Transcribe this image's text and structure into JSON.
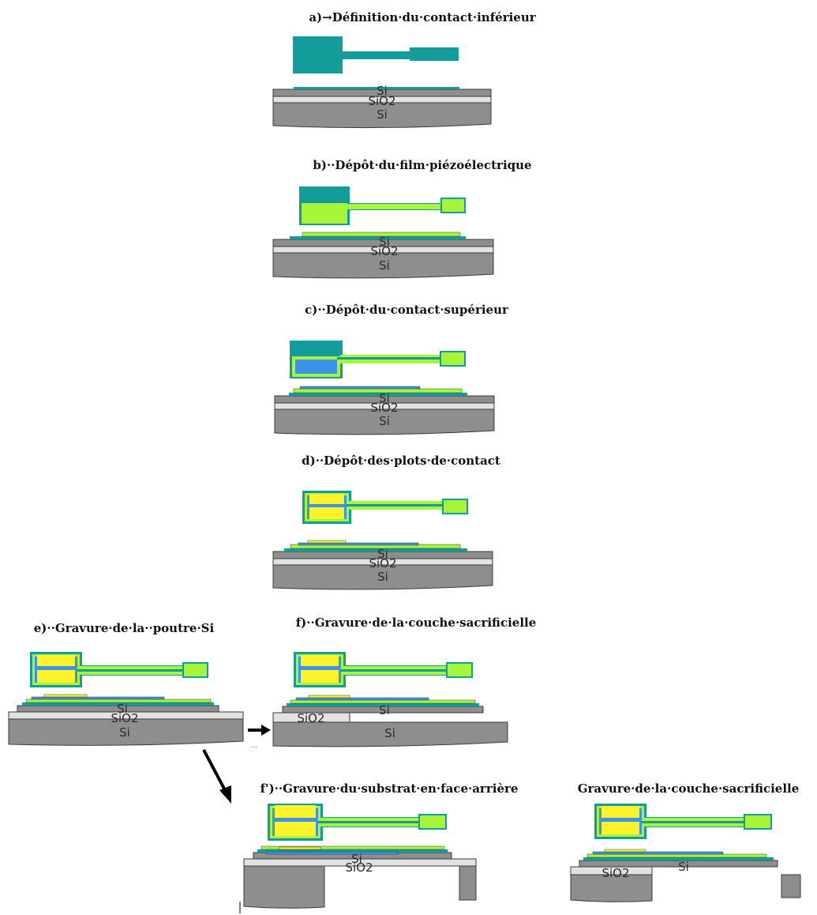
{
  "steps": {
    "a": {
      "title": "a)→Définition·du·contact·inférieur"
    },
    "b": {
      "title": "b)··Dépôt·du·film·piézoélectrique"
    },
    "c": {
      "title": "c)··Dépôt·du·contact·supérieur"
    },
    "d": {
      "title": "d)··Dépôt·des·plots·de·contact"
    },
    "e": {
      "title": "e)··Gravure·de·la··poutre·Si"
    },
    "f": {
      "title": "f)··Gravure·de·la·couche·sacrificielle"
    },
    "f_prime": {
      "title": "f')··Gravure·du·substrat·en·face·arrière"
    },
    "g": {
      "title": "Gravure·de·la·couche·sacrificielle"
    }
  },
  "layers": {
    "top_si": "Si",
    "oxide": "SiO2",
    "substrate": "Si"
  },
  "ellipsis": "...",
  "colors": {
    "bottom_contact": "#129c9a",
    "piezo_film": "#a6f53b",
    "top_contact": "#3c93e8",
    "pad": "#fbf42a",
    "silicon": "#8e8e8e",
    "oxide": "#e2e2e2",
    "outline": "#3b3b3b",
    "arrow": "#000000"
  }
}
